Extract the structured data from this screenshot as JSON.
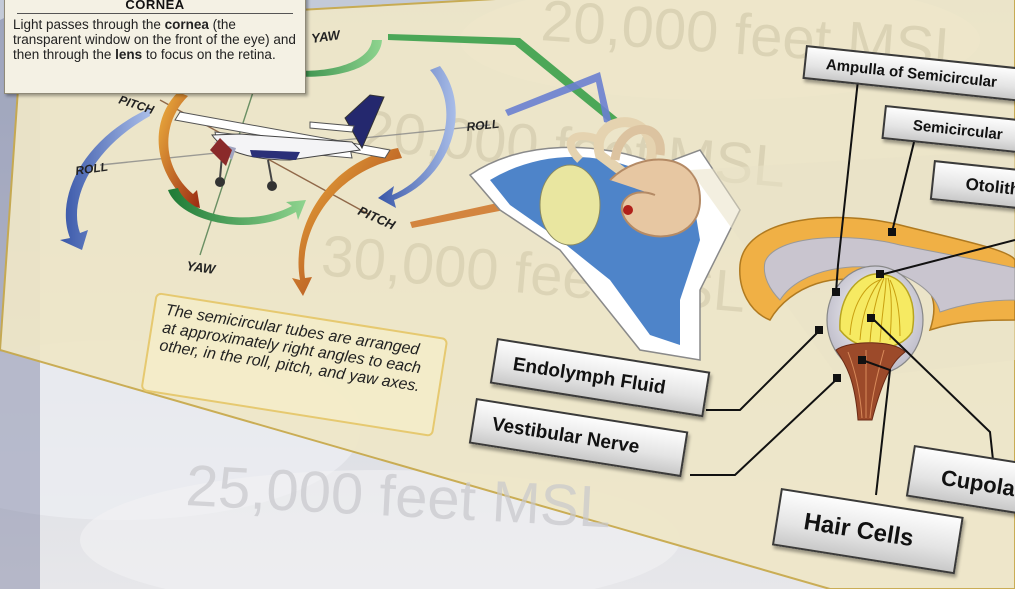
{
  "info_box": {
    "title": "CORNEA",
    "body_parts": [
      {
        "text": "Light passes through the ",
        "bold": false
      },
      {
        "text": "cornea",
        "bold": true
      },
      {
        "text": " (the transparent window on the front of the eye) and then through the ",
        "bold": false
      },
      {
        "text": "lens",
        "bold": true
      },
      {
        "text": " to focus  on the retina.",
        "bold": false
      }
    ]
  },
  "axes_labels": {
    "yaw_top": "YAW",
    "pitch_left": "PITCH",
    "roll_right": "ROLL",
    "roll_left": "ROLL",
    "pitch_bottom": "PITCH",
    "yaw_bottom": "YAW"
  },
  "caption": "The semicircular tubes are arranged at approximately right angles to each other, in the roll, pitch, and yaw axes.",
  "labels": {
    "ampulla": "Ampulla of Semicircular",
    "semicircular": "Semicircular",
    "otolith": "Otolith",
    "endolymph": "Endolymph Fluid",
    "vestibular_nerve": "Vestibular Nerve",
    "cupola": "Cupola",
    "hair_cells": "Hair Cells"
  },
  "watermarks": [
    "20,000 feet MSL",
    "20,000 feet MSL",
    "25,000 feet MSL",
    "30,000 feet MSL"
  ],
  "colors": {
    "panel": "#efe7c8",
    "panel_border": "#c8a94a",
    "roll_arrow": "#5a79c2",
    "pitch_arrow": "#b4471d",
    "yaw_arrow": "#2f9a45",
    "cupola_yellow": "#f6ea62",
    "nerve": "#9c4a2a"
  }
}
